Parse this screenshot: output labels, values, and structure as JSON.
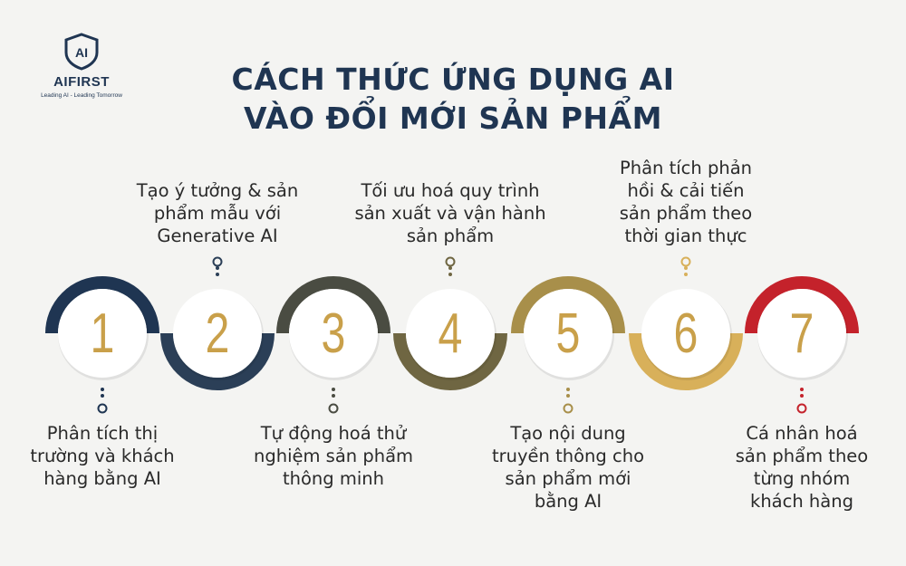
{
  "logo": {
    "mark": "AI",
    "name": "AIFIRST",
    "tagline": "Leading AI - Leading Tomorrow",
    "color": "#1f3552"
  },
  "title": {
    "line1": "CÁCH THỨC ỨNG DỤNG AI",
    "line2": "VÀO ĐỔI MỚI SẢN PHẨM"
  },
  "steps": [
    {
      "number": "1",
      "color": "#1f3552",
      "label_lines": [
        "Phân tích thị",
        "trường và khách",
        "hàng bằng AI"
      ]
    },
    {
      "number": "2",
      "color": "#2b3f57",
      "label_lines": [
        "Tạo ý tưởng & sản",
        "phẩm mẫu với",
        "Generative AI"
      ]
    },
    {
      "number": "3",
      "color": "#4a4c42",
      "label_lines": [
        "Tự động hoá thử",
        "nghiệm sản phẩm",
        "thông minh"
      ]
    },
    {
      "number": "4",
      "color": "#6f6642",
      "label_lines": [
        "Tối ưu hoá quy trình",
        "sản xuất và vận hành",
        "sản phẩm"
      ]
    },
    {
      "number": "5",
      "color": "#a88f4a",
      "label_lines": [
        "Tạo nội dung",
        "truyền thông cho",
        "sản phẩm mới",
        "bằng AI"
      ]
    },
    {
      "number": "6",
      "color": "#d8b05a",
      "label_lines": [
        "Phân tích phản",
        "hồi & cải tiến",
        "sản phẩm theo",
        "thời gian thực"
      ]
    },
    {
      "number": "7",
      "color": "#c4222b",
      "label_lines": [
        "Cá nhân hoá",
        "sản phẩm theo",
        "từng nhóm",
        "khách hàng"
      ]
    }
  ],
  "colors": {
    "background": "#f4f4f2",
    "number": "#c9a04a",
    "circle_fill": "#ffffff"
  }
}
